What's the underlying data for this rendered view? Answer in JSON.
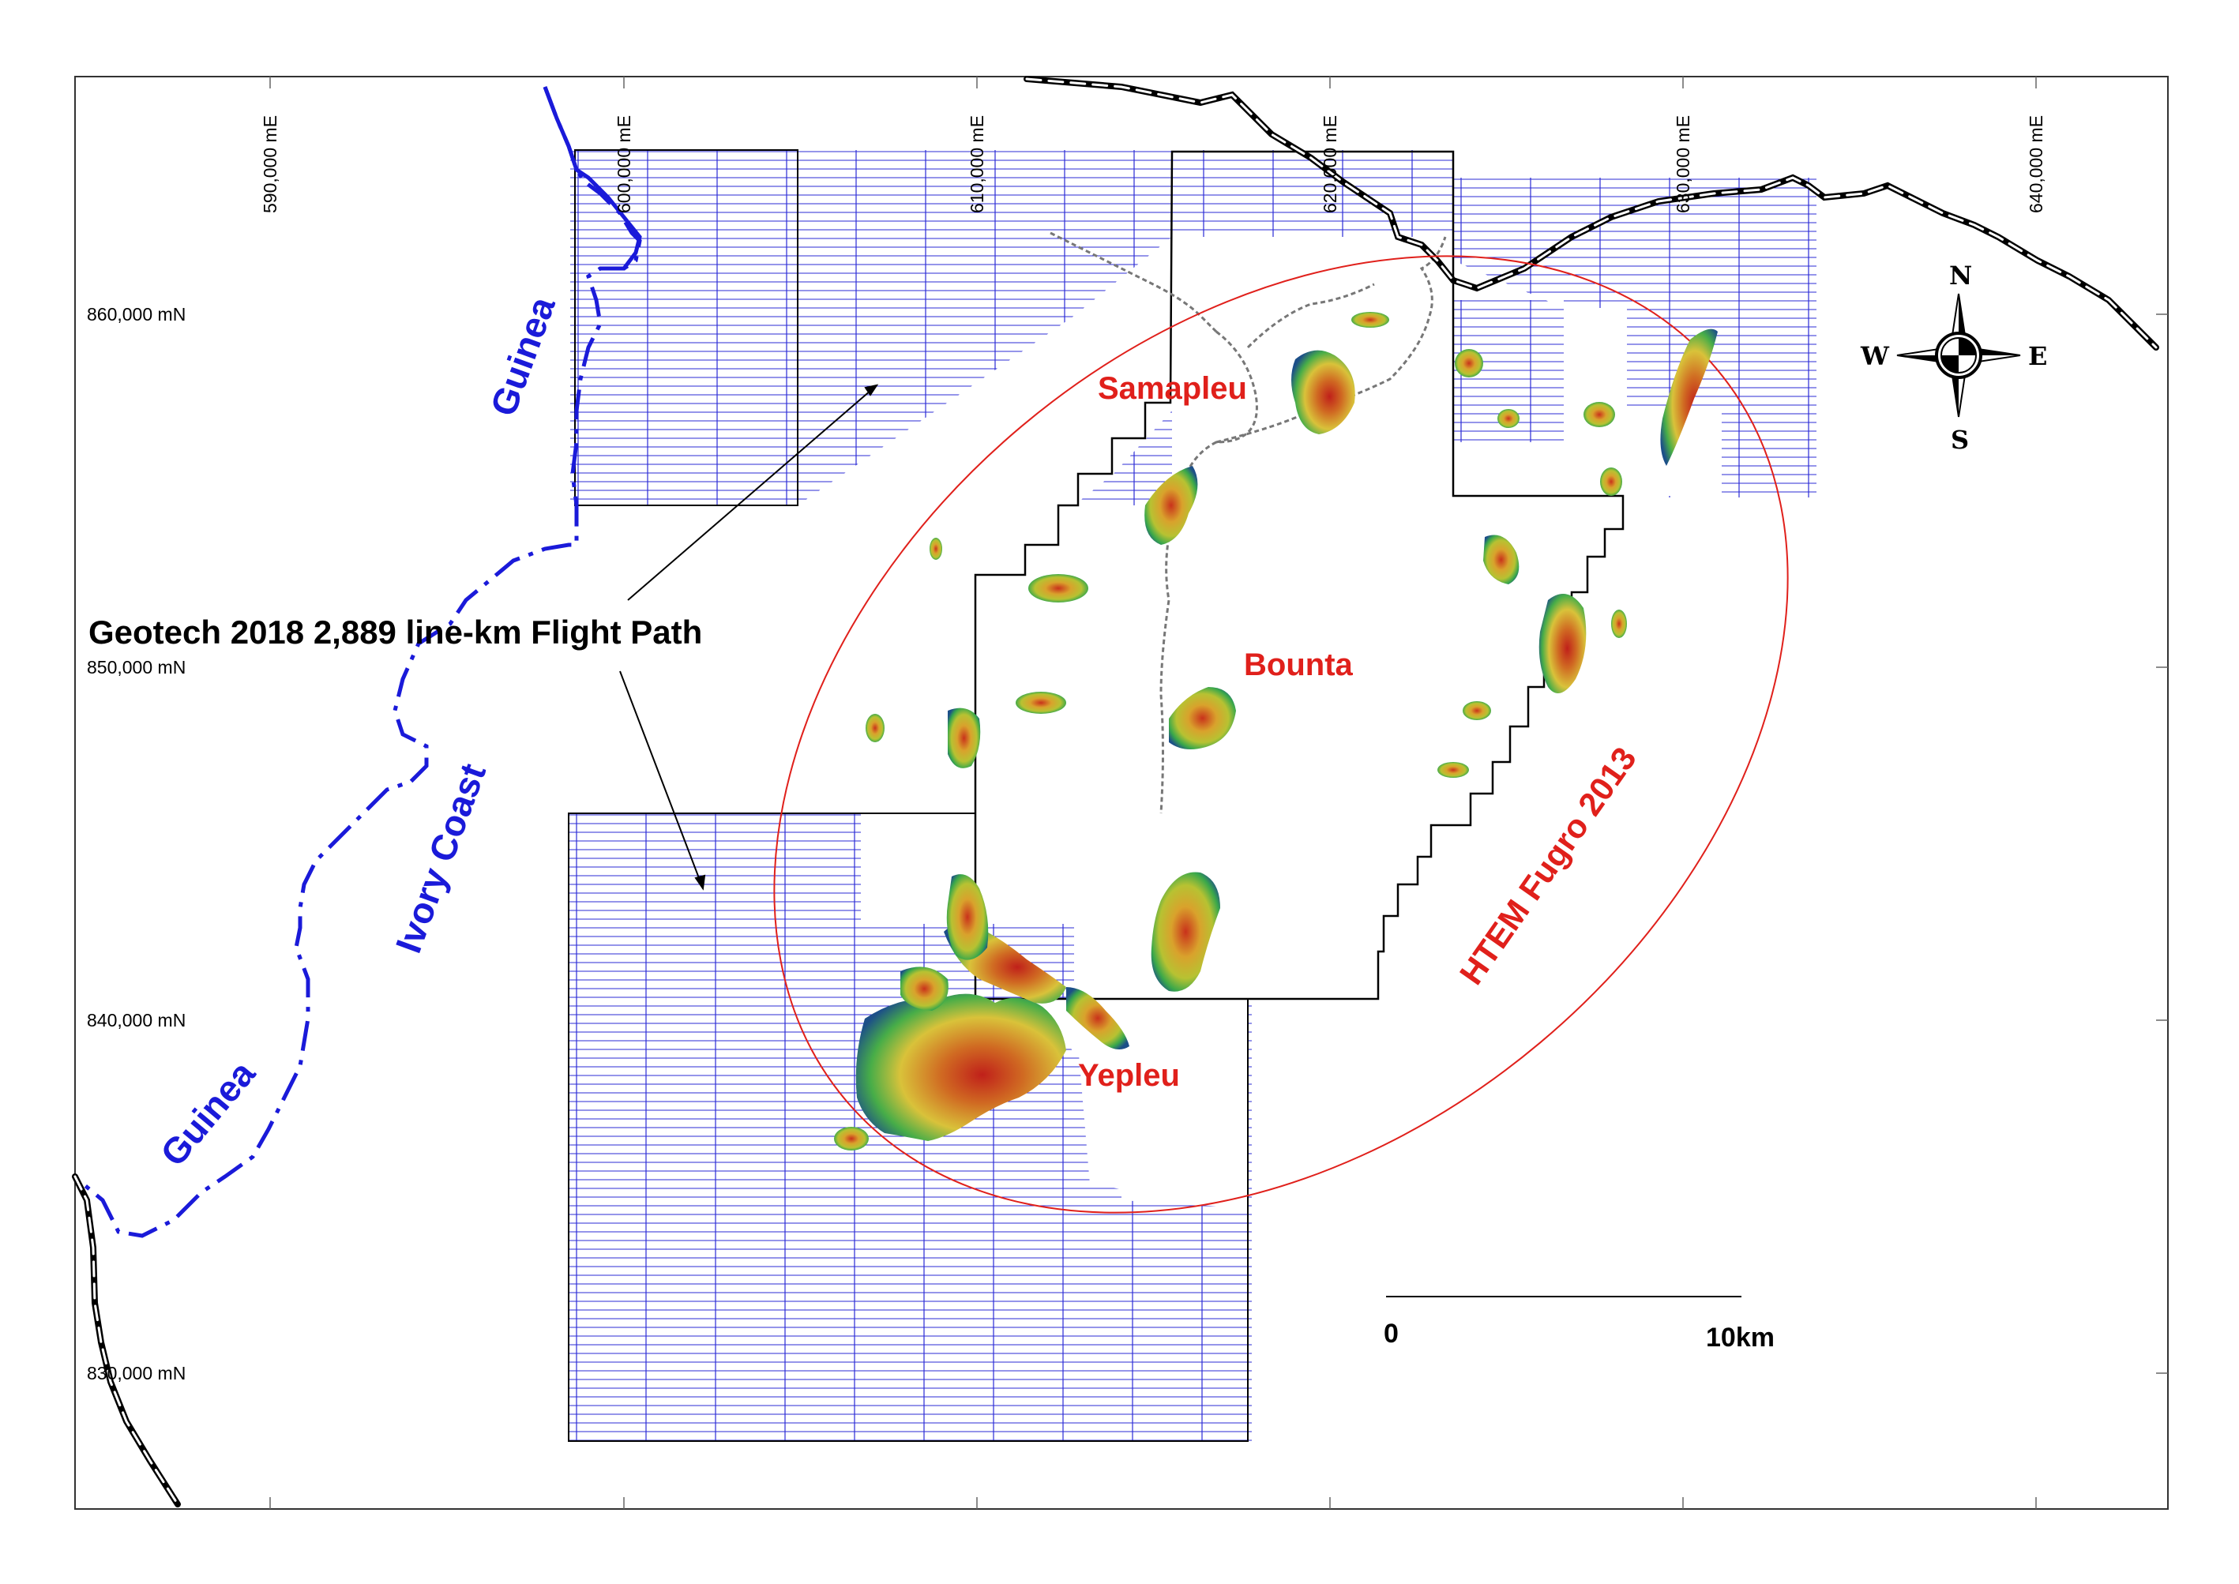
{
  "grid": {
    "eastings": [
      "590,000 mE",
      "600,000 mE",
      "610,000 mE",
      "620,000 mE",
      "630,000 mE",
      "640,000 mE"
    ],
    "northings": [
      "860,000 mN",
      "850,000 mN",
      "840,000 mN",
      "830,000 mN"
    ]
  },
  "places": {
    "samapleu": "Samapleu",
    "bounta": "Bounta",
    "yepleu": "Yepleu"
  },
  "countries": {
    "guinea_north": "Guinea",
    "ivory_coast": "Ivory Coast",
    "guinea_south": "Guinea"
  },
  "callout": {
    "flight_path": "Geotech 2018 2,889 line-km Flight Path"
  },
  "survey": {
    "htem": "HTEM Fugro 2013"
  },
  "compass": {
    "n": "N",
    "e": "E",
    "s": "S",
    "w": "W"
  },
  "scale_bar": {
    "start": "0",
    "end": "10km"
  },
  "colors": {
    "flight_lines": "#2b2bd6",
    "border": "#1a1ad9",
    "place_labels": "#e0201b",
    "survey_ellipse": "#e0201b",
    "anomaly_low": "#1f5f9a",
    "anomaly_mid": "#e7d23a",
    "anomaly_high": "#cf2a1a"
  }
}
